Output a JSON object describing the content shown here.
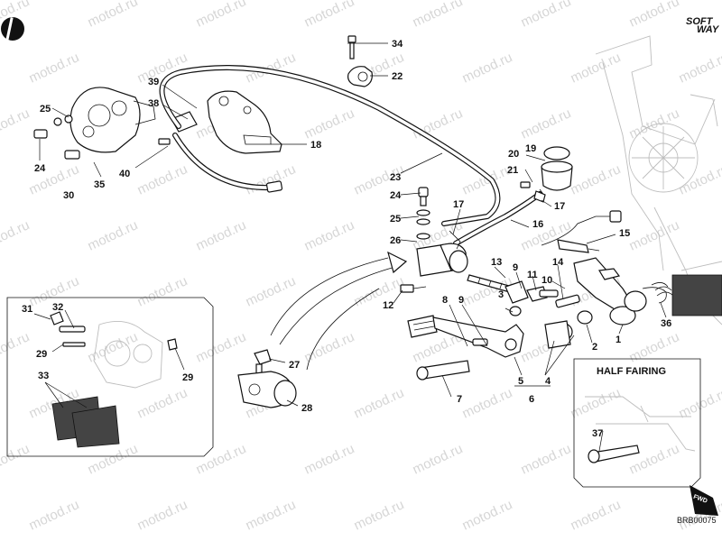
{
  "brand": {
    "logo_top": "SOFT",
    "logo_bottom": "WAY"
  },
  "watermark": "motod.ru",
  "half_fairing_title": "HALF FAIRING",
  "fwd_label": "FWD",
  "drawing_code": "BRB00075",
  "callouts": {
    "c1": "1",
    "c2": "2",
    "c3": "3",
    "c4": "4",
    "c5": "5",
    "c6": "6",
    "c7": "7",
    "c8": "8",
    "c9a": "9",
    "c9b": "9",
    "c10": "10",
    "c11": "11",
    "c12": "12",
    "c13": "13",
    "c14": "14",
    "c15": "15",
    "c16": "16",
    "c17a": "17",
    "c17b": "17",
    "c18": "18",
    "c19": "19",
    "c20": "20",
    "c21": "21",
    "c22": "22",
    "c23": "23",
    "c24a": "24",
    "c24b": "24",
    "c25a": "25",
    "c25b": "25",
    "c26": "26",
    "c27": "27",
    "c28": "28",
    "c29a": "29",
    "c29b": "29",
    "c30": "30",
    "c31": "31",
    "c32": "32",
    "c33": "33",
    "c34": "34",
    "c35": "35",
    "c36": "36",
    "c37": "37",
    "c38": "38",
    "c39": "39",
    "c40": "40"
  }
}
